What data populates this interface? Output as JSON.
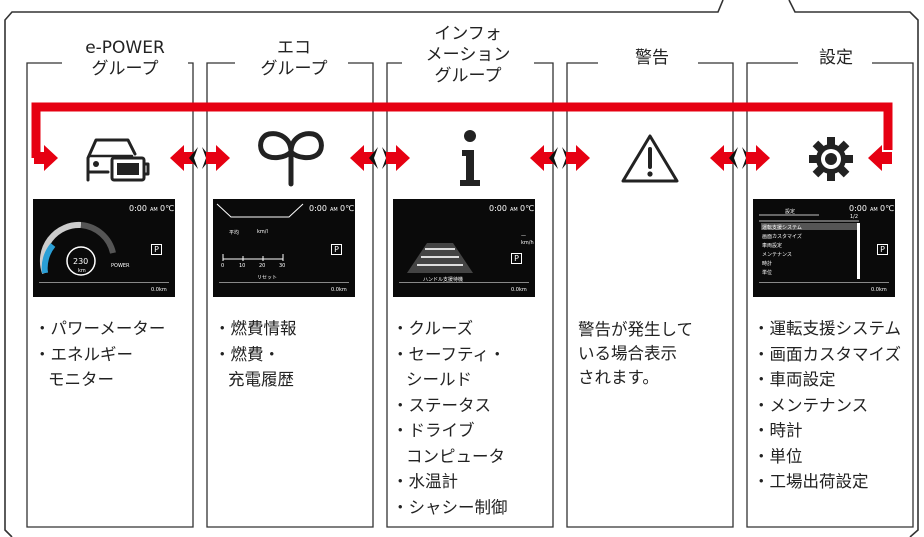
{
  "colors": {
    "accent": "#e60012",
    "line": "#333333",
    "screen": "#0a0a0a"
  },
  "groups": [
    {
      "id": "epower",
      "header": [
        "e-POWER",
        "グループ"
      ],
      "icon": "car-battery-icon",
      "items": [
        [
          "・パワーメーター"
        ],
        [
          "・エネルギー",
          "モニター"
        ]
      ]
    },
    {
      "id": "eco",
      "header": [
        "エコ",
        "グループ"
      ],
      "icon": "eco-leaf-icon",
      "items": [
        [
          "・燃費情報"
        ],
        [
          "・燃費・",
          "充電履歴"
        ]
      ]
    },
    {
      "id": "info",
      "header": [
        "インフォ",
        "メーション",
        "グループ"
      ],
      "icon": "info-icon",
      "items": [
        [
          "・クルーズ"
        ],
        [
          "・セーフティ・",
          "シールド"
        ],
        [
          "・ステータス"
        ],
        [
          "・ドライブ",
          "コンピュータ"
        ],
        [
          "・水温計"
        ],
        [
          "・シャシー制御"
        ]
      ]
    },
    {
      "id": "warning",
      "header": [
        "警告"
      ],
      "icon": "warning-icon",
      "note": [
        "警告が発生して",
        "いる場合表示",
        "されます。"
      ]
    },
    {
      "id": "settings",
      "header": [
        "設定"
      ],
      "icon": "gear-icon",
      "items": [
        [
          "・運転支援システム"
        ],
        [
          "・画面カスタマイズ"
        ],
        [
          "・車両設定"
        ],
        [
          "・メンテナンス"
        ],
        [
          "・時計"
        ],
        [
          "・単位"
        ],
        [
          "・工場出荷設定"
        ]
      ]
    }
  ],
  "screens": {
    "time": "0:00",
    "ampm": "AM",
    "temp": "0℃",
    "park": "P",
    "odo": "0.0km",
    "epower": {
      "power_value": "230",
      "power_unit": "km",
      "power_label": "POWER"
    },
    "eco": {
      "avg_label": "平均",
      "avg_value": "km/l",
      "scale": [
        "0",
        "10",
        "20",
        "30"
      ],
      "reset": "リセット"
    },
    "info": {
      "unit": "km/h",
      "value": "—",
      "steer": "ハンドル支援待機"
    },
    "settings": {
      "title": "設定",
      "page": "1/2",
      "menu": [
        "運転支援システム",
        "画面カスタマイズ",
        "車両設定",
        "メンテナンス",
        "時計",
        "単位"
      ]
    }
  }
}
